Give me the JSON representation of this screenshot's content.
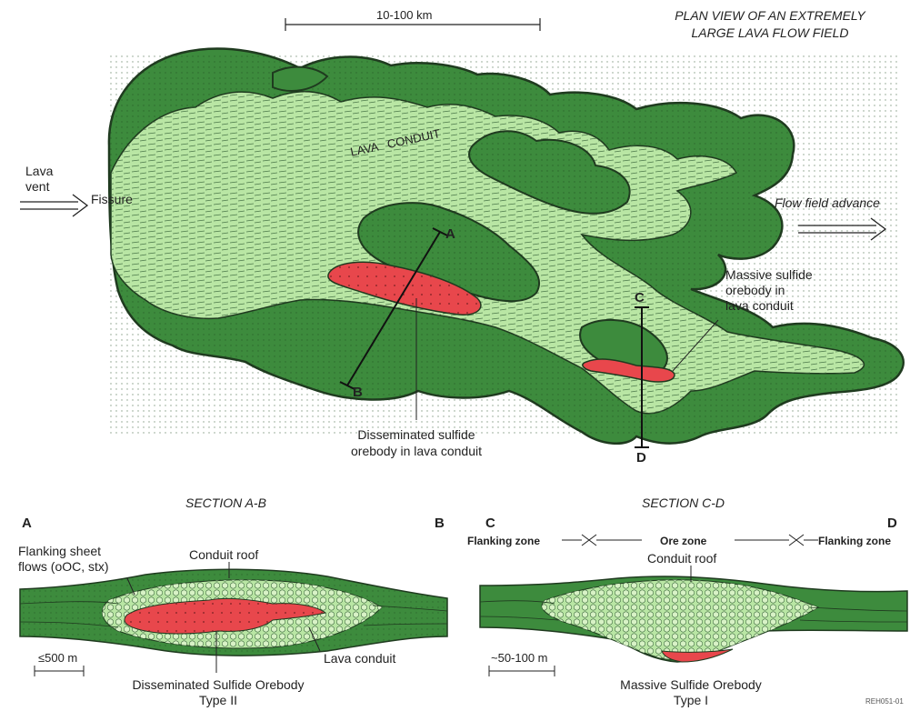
{
  "plan": {
    "title_line1": "PLAN VIEW OF AN EXTREMELY",
    "title_line2": "LARGE LAVA FLOW FIELD",
    "scale": "10-100 km",
    "vent_line1": "Lava",
    "vent_line2": "vent",
    "fissure": "Fissure",
    "conduit": "LAVA   CONDUIT",
    "advance": "Flow field advance",
    "massive_line1": "Massive sulfide",
    "massive_line2": "orebody in",
    "massive_line3": "lava conduit",
    "dissem_line1": "Disseminated sulfide",
    "dissem_line2": "orebody in lava conduit",
    "point_a": "A",
    "point_b": "B",
    "point_c": "C",
    "point_d": "D"
  },
  "section_ab": {
    "title": "SECTION A-B",
    "left": "A",
    "right": "B",
    "flanking_line1": "Flanking sheet",
    "flanking_line2": "flows (oOC, stx)",
    "roof": "Conduit roof",
    "conduit": "Lava conduit",
    "scale": "≤500 m",
    "ore_line1": "Disseminated Sulfide Orebody",
    "ore_line2": "Type II"
  },
  "section_cd": {
    "title": "SECTION C-D",
    "left": "C",
    "right": "D",
    "flank_left": "Flanking zone",
    "ore_zone": "Ore zone",
    "flank_right": "Flanking zone",
    "roof": "Conduit roof",
    "scale": "~50-100 m",
    "ore_line1": "Massive Sulfide Orebody",
    "ore_line2": "Type I"
  },
  "figure_id": "REH051-01",
  "colors": {
    "dark_green": "#3d8b3d",
    "light_green": "#b9e6a4",
    "ore_red": "#e8474c",
    "outline": "#1f3a1f"
  }
}
